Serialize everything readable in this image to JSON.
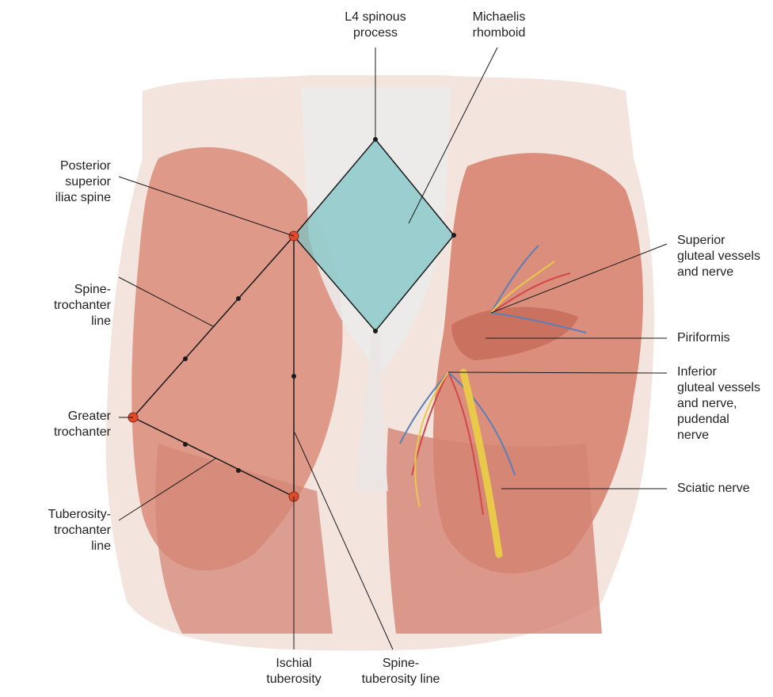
{
  "labels": {
    "l4_spinous_process": "L4 spinous\nprocess",
    "michaelis_rhomboid": "Michaelis\nrhomboid",
    "posterior_superior_iliac_spine": "Posterior\nsuperior\niliac spine",
    "spine_trochanter_line": "Spine-\ntrochanter\nline",
    "greater_trochanter": "Greater\ntrochanter",
    "tuberosity_trochanter_line": "Tuberosity-\ntrochanter\nline",
    "ischial_tuberosity": "Ischial\ntuberosity",
    "spine_tuberosity_line": "Spine-\ntuberosity line",
    "superior_gluteal_vessels_and_nerve": "Superior\ngluteal vessels\nand nerve",
    "piriformis": "Piriformis",
    "inferior_gluteal_vessels_nerve_pudendal_nerve": "Inferior\ngluteal vessels\nand nerve,\npudendal\nnerve",
    "sciatic_nerve": "Sciatic nerve"
  },
  "colors": {
    "skin": "#f2dcd3",
    "muscle": "#d98c7a",
    "muscle_dark": "#c8705e",
    "fascia": "#e8e6e6",
    "rhomboid_fill": "#7fc4c4",
    "landmark_dot": "#e04a2a",
    "line": "#1a1a1a",
    "nerve": "#e8c94a",
    "artery": "#d2474a",
    "vein": "#5b7fb8"
  }
}
